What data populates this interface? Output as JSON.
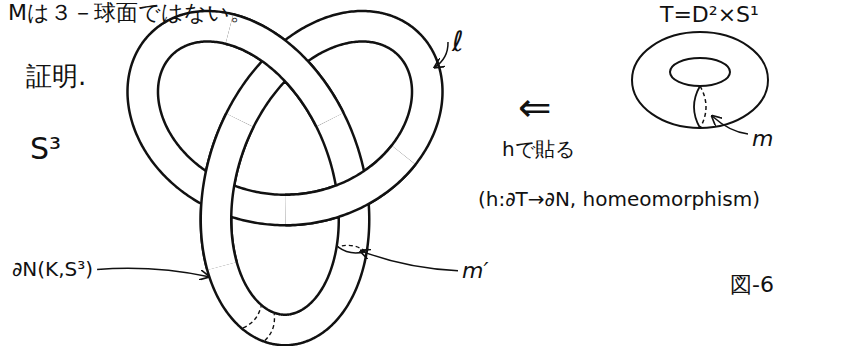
{
  "diagram": {
    "labels": [
      "Mは３－球面ではない。",
      "証明.",
      "S³",
      "ℓ",
      "T=D²×S¹",
      "⇐",
      "hで貼る",
      "m",
      "(h:∂T→∂N, homeomorphism)",
      "∂N(K,S³)",
      "m′",
      "図-6"
    ]
  }
}
